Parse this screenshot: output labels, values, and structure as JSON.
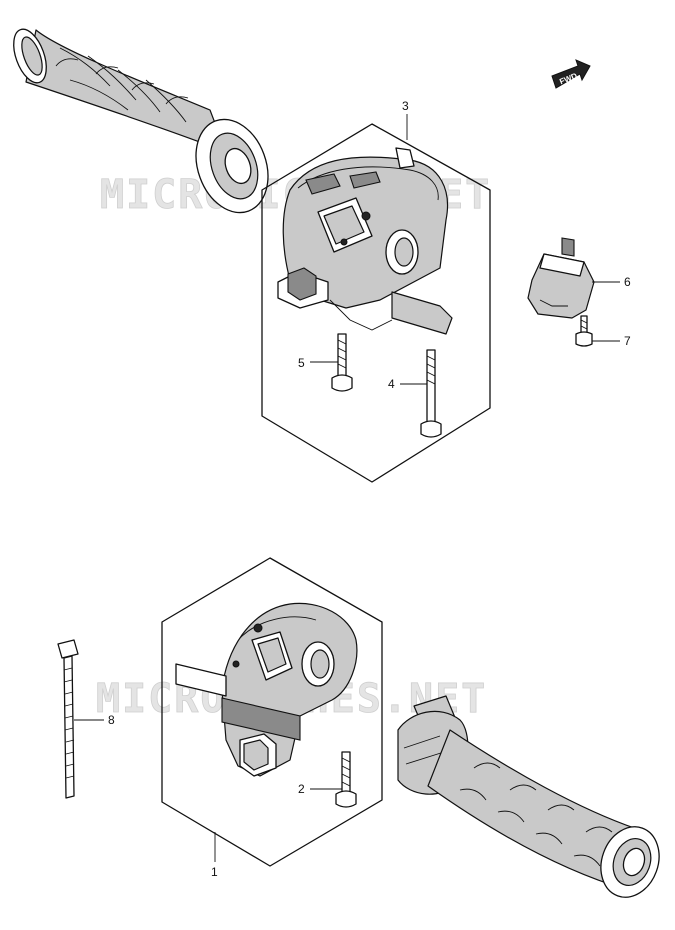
{
  "diagram": {
    "watermark": "MICROFICHES.NET",
    "fwd_label": "FWD",
    "callouts": [
      "1",
      "2",
      "3",
      "4",
      "5",
      "6",
      "7",
      "8"
    ]
  }
}
